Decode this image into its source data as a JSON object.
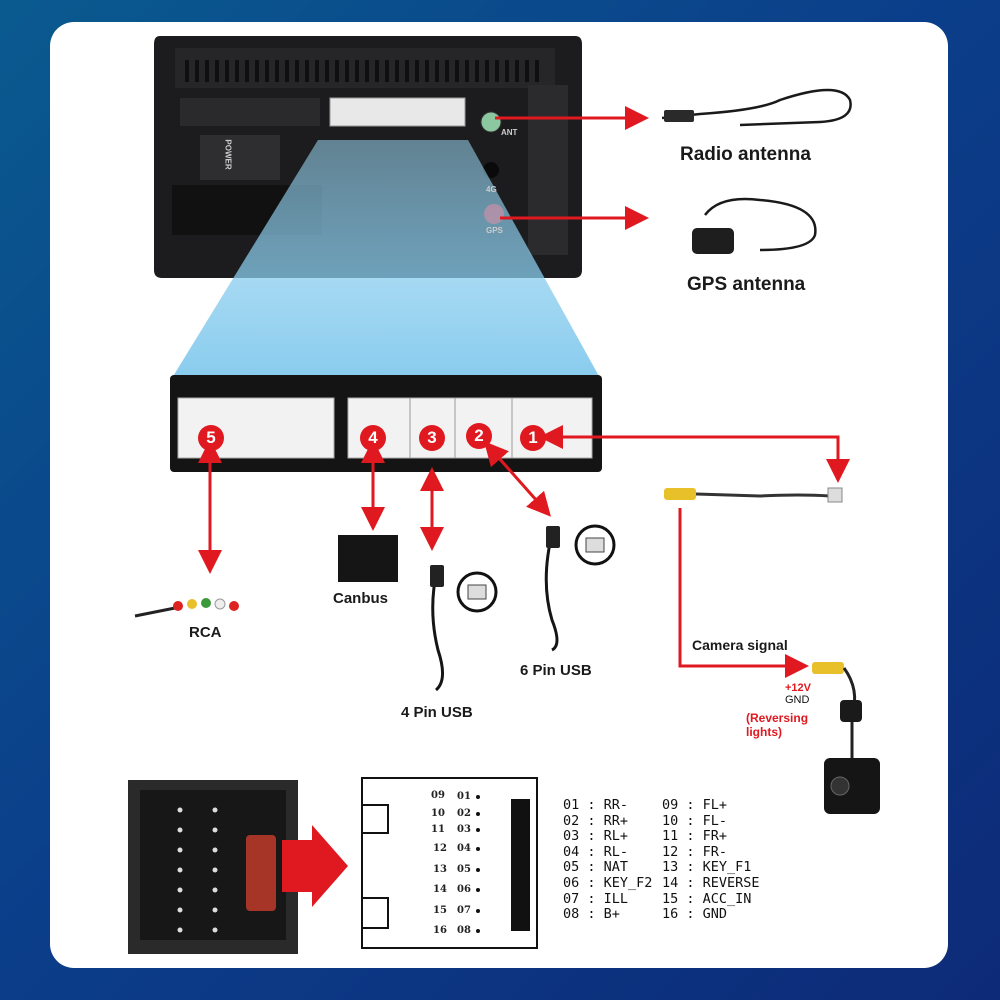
{
  "colors": {
    "arrow": "#e0181f",
    "badge": "#e0181f",
    "background": "#0b3f8a",
    "beam": "#8fd0f0"
  },
  "head_unit": {
    "port_labels": {
      "power": "POWER",
      "ant": "ANT",
      "fourg": "4G",
      "gps": "GPS"
    }
  },
  "antennas": {
    "radio": "Radio antenna",
    "gps": "GPS antenna"
  },
  "connectors": [
    {
      "number": "5",
      "name": "RCA"
    },
    {
      "number": "4",
      "name": "Canbus"
    },
    {
      "number": "3",
      "name": "4 Pin USB"
    },
    {
      "number": "2",
      "name": "6 Pin USB"
    },
    {
      "number": "1",
      "name": "Camera signal"
    }
  ],
  "camera": {
    "signal_label": "Camera signal",
    "power": "+12V",
    "gnd": "GND",
    "note_line1": "(Reversing",
    "note_line2": "lights)"
  },
  "pinout": {
    "left_numbers": [
      "09",
      "10",
      "11",
      "12",
      "13",
      "14",
      "15",
      "16"
    ],
    "right_numbers": [
      "01",
      "02",
      "03",
      "04",
      "05",
      "06",
      "07",
      "08"
    ],
    "list_left": [
      "01 : RR-",
      "02 : RR+",
      "03 : RL+",
      "04 : RL-",
      "05 : NAT",
      "06 : KEY_F2",
      "07 : ILL",
      "08 : B+"
    ],
    "list_right": [
      "09 : FL+",
      "10 : FL-",
      "11 : FR+",
      "12 : FR-",
      "13 : KEY_F1",
      "14 : REVERSE",
      "15 : ACC_IN",
      "16 : GND"
    ]
  }
}
